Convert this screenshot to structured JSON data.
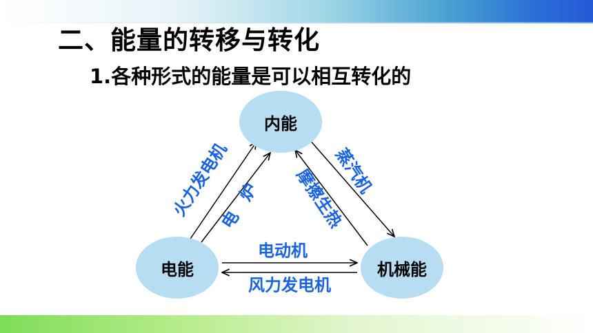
{
  "slide": {
    "title": "二、能量的转移与转化",
    "subtitle": "1.各种形式的能量是可以相互转化的"
  },
  "diagram": {
    "nodes": {
      "internal_energy": "内能",
      "electrical_energy": "电能",
      "mechanical_energy": "机械能"
    },
    "edges": {
      "electrical_to_internal_outer": "火力发电机",
      "electrical_to_internal_inner": "电炉",
      "internal_to_mechanical": "蒸汽机",
      "mechanical_to_internal": "摩擦生热",
      "electrical_to_mechanical": "电动机",
      "mechanical_to_electrical": "风力发电机"
    },
    "colors": {
      "node_fill": "#b7ddf2",
      "edge_label": "#1a63e0",
      "arrow": "#000000"
    }
  }
}
